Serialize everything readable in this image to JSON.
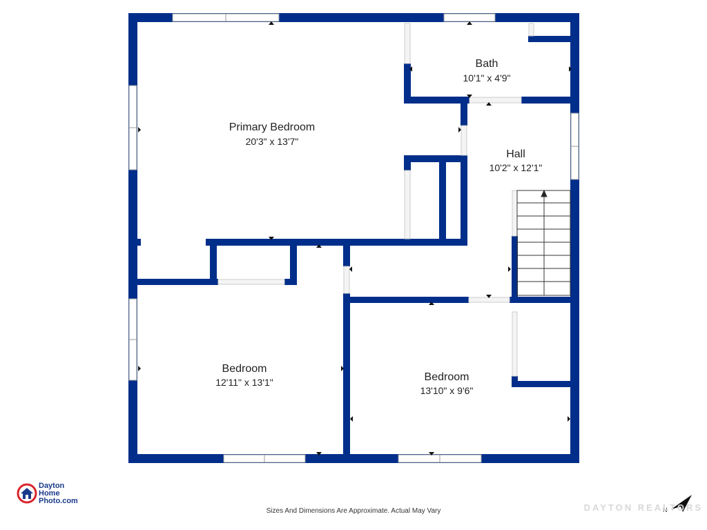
{
  "colors": {
    "wall": "#002e8a",
    "window": "#e9e9e9",
    "text": "#222222"
  },
  "rooms": [
    {
      "id": "primary-bedroom",
      "name": "Primary Bedroom",
      "dims": "20'3\" x 13'7\""
    },
    {
      "id": "bath",
      "name": "Bath",
      "dims": "10'1\" x 4'9\""
    },
    {
      "id": "hall",
      "name": "Hall",
      "dims": "10'2\" x 12'1\""
    },
    {
      "id": "bedroom-left",
      "name": "Bedroom",
      "dims": "12'11\" x 13'1\""
    },
    {
      "id": "bedroom-right",
      "name": "Bedroom",
      "dims": "13'10\" x 9'6\""
    }
  ],
  "disclaimer": "Sizes And Dimensions Are Approximate. Actual May Vary",
  "logo": {
    "line1": "Dayton",
    "line2": "Home",
    "line3": "Photo.com",
    "icon": "house-icon"
  },
  "watermark": "DAYTON REALTORS",
  "compass": {
    "label": "N",
    "icon": "north-arrow-icon"
  }
}
